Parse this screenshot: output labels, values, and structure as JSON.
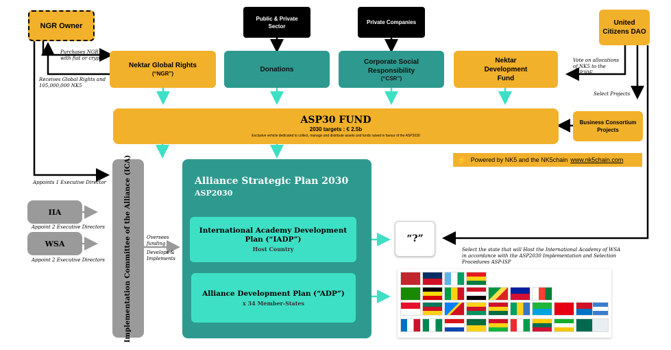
{
  "ngr_owner": "NGR Owner",
  "public_private": "Public & Private Sector",
  "private_companies": "Private Companies",
  "united_citizens": "United Citizens DAO",
  "ngr_title": "Nektar Global Rights",
  "ngr_sub": "(“NGR”)",
  "donations": "Donations",
  "csr_title": "Corporate Social Responsibility",
  "csr_sub": "(“CSR”)",
  "ndf": "Nektar Development Fund",
  "notes": {
    "purchases": "Purchases NGR with fiat or crypto",
    "receives": "Receives Global Rights and 105,000,000 NK5",
    "vote": "Vote on allocations of NK5 to the ASP30F",
    "select_projects": "Select Projects",
    "appoints1": "Appoints 1 Executive Director",
    "iia_appoint": "Appoint 2 Executive Directors",
    "wsa_appoint": "Appoint 2 Executive Directors",
    "oversees": "Oversees funding",
    "develops": "Develops & Implements",
    "select_state": "Select the state that will Host the International Academy of WSA in accordance with the ASP2030 Implementation and Selection Procedures ASP-ISP"
  },
  "fund": {
    "title": "ASP30 FUND",
    "targets": "2030 targets : € 2.5b",
    "desc": "Exclusive vehicle dedicated to collect, manage and distribute assets and funds raised in favour of the ASP2030"
  },
  "bcp": "Business Consortium Projects",
  "powered": {
    "prefix": "Powered by NK5 and the NK5chain",
    "link": "www.nk5chain.com"
  },
  "ica": "Implementation Committee of the Alliance (ICA)",
  "iia": "IIA",
  "wsa": "WSA",
  "asp": {
    "title": "Alliance Strategic Plan 2030",
    "sub": "ASP2030"
  },
  "iadp": {
    "title": "International Academy Development Plan (“IADP”)",
    "sub": "Host Country"
  },
  "adp": {
    "title": "Alliance Development Plan (“ADP”)",
    "sub": "x 34 Member-States"
  },
  "question": "“?”",
  "colors": {
    "gold": "#f2b12b",
    "teal": "#2e9a8f",
    "light_teal": "#3ee0c5",
    "gray": "#9a9a9a",
    "black": "#000000"
  }
}
